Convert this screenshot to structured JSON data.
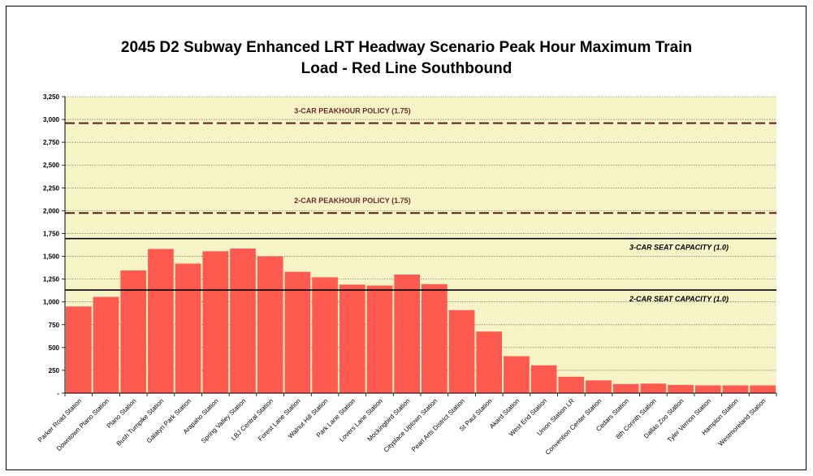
{
  "chart_data": {
    "type": "bar",
    "title_line1": "2045 D2 Subway Enhanced LRT Headway Scenario Peak Hour Maximum Train",
    "title_line2": "Load - Red Line Southbound",
    "xlabel": "",
    "ylabel": "",
    "ylim": [
      0,
      3250
    ],
    "yticks": [
      0,
      250,
      500,
      750,
      1000,
      1250,
      1500,
      1750,
      2000,
      2250,
      2500,
      2750,
      3000,
      3250
    ],
    "ytick_labels": [
      "-",
      "250",
      "500",
      "750",
      "1,000",
      "1,250",
      "1,500",
      "1,750",
      "2,000",
      "2,250",
      "2,500",
      "2,750",
      "3,000",
      "3,250"
    ],
    "grid": true,
    "legend": "none",
    "colors": {
      "bar": "#ff5a4f",
      "plot_bg": "#f6f3c6",
      "policy_line": "#5c1a1a",
      "policy_text": "#6b2b2b",
      "capacity_line": "#000000"
    },
    "categories": [
      "Parker Road Station",
      "Downtown Plano Station",
      "Plano Station",
      "Bush Turnpike Station",
      "Galatyn Park Station",
      "Arapaho Station",
      "Spring Valley Station",
      "LBJ Central Station",
      "Forest Lane Station",
      "Walnut Hill Station",
      "Park Lane Station",
      "Lovers Lane Station",
      "Mockingbird Station",
      "Cityplace Uptown Station",
      "Pearl Arts District Station",
      "St Paul Station",
      "Akard Station",
      "West End Station",
      "Union Station LR",
      "Convention Center Station",
      "Cedars Station",
      "8th Corinth Station",
      "Dallas Zoo Station",
      "Tyler Vernon Station",
      "Hampton Station",
      "Westmoreland Station"
    ],
    "values": [
      950,
      1055,
      1345,
      1580,
      1420,
      1555,
      1585,
      1500,
      1330,
      1270,
      1190,
      1180,
      1300,
      1195,
      910,
      675,
      405,
      305,
      180,
      140,
      100,
      105,
      90,
      85,
      85,
      85
    ],
    "reference_lines": [
      {
        "label": "3-CAR PEAKHOUR POLICY (1.75)",
        "value": 2960,
        "style": "dashed"
      },
      {
        "label": "2-CAR PEAKHOUR POLICY (1.75)",
        "value": 1975,
        "style": "dashed"
      },
      {
        "label": "3-CAR SEAT CAPACITY (1.0)",
        "value": 1695,
        "style": "solid"
      },
      {
        "label": "2-CAR SEAT CAPACITY (1.0)",
        "value": 1130,
        "style": "solid"
      }
    ]
  }
}
